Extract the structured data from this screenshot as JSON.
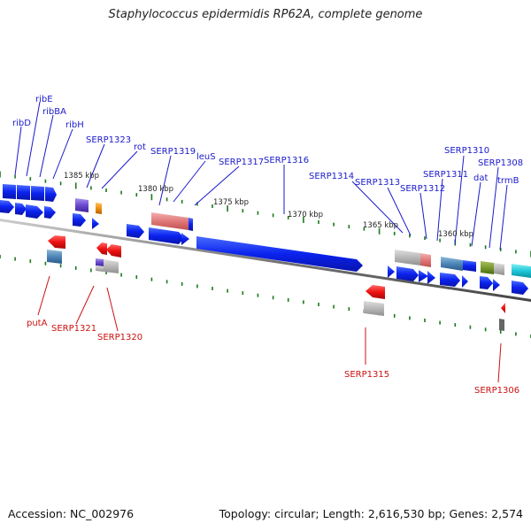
{
  "title": "Staphylococcus epidermidis RP62A, complete genome",
  "accession": "Accession: NC_002976",
  "topology": "Topology: circular; Length: 2,616,530 bp; Genes: 2,574",
  "colors": {
    "forward_label": "#1a1acc",
    "reverse_label": "#cc1111",
    "backbone": "#777777",
    "tick": "#1a7a1a"
  },
  "scale_ticks": [
    "1385 kbp",
    "1380 kbp",
    "1375 kbp",
    "1370 kbp",
    "1365 kbp",
    "1360 kbp"
  ],
  "forward_labels": [
    "ribD",
    "ribE",
    "ribBA",
    "ribH",
    "SERP1323",
    "rot",
    "SERP1319",
    "leuS",
    "SERP1317",
    "SERP1316",
    "SERP1314",
    "SERP1313",
    "SERP1312",
    "SERP1311",
    "SERP1310",
    "dat",
    "SERP1308",
    "trmB"
  ],
  "reverse_labels": [
    "putA",
    "SERP1321",
    "SERP1320",
    "SERP1315",
    "SERP1306"
  ]
}
